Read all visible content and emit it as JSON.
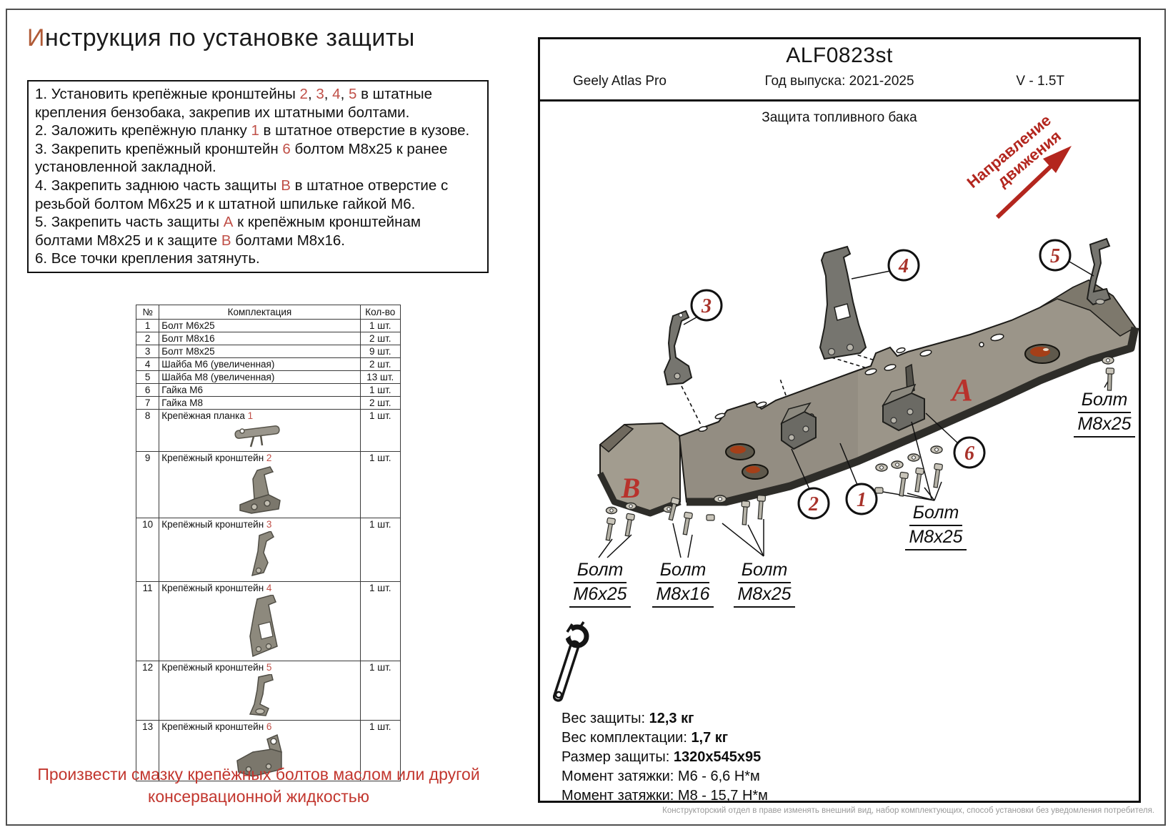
{
  "page": {
    "title": {
      "first_letter": "И",
      "rest": "нструкция по установке защиты"
    },
    "instructions": {
      "steps": [
        {
          "segments": [
            {
              "text": "1. Установить крепёжные кронштейны "
            },
            {
              "text": "2",
              "red": true
            },
            {
              "text": ", "
            },
            {
              "text": "3",
              "red": true
            },
            {
              "text": ", "
            },
            {
              "text": "4",
              "red": true
            },
            {
              "text": ", "
            },
            {
              "text": "5",
              "red": true
            },
            {
              "text": " в штатные крепления бензобака, закрепив их штатными болтами."
            }
          ]
        },
        {
          "segments": [
            {
              "text": "2. Заложить крепёжную планку "
            },
            {
              "text": "1",
              "red": true
            },
            {
              "text": " в штатное отверстие в кузове."
            }
          ]
        },
        {
          "segments": [
            {
              "text": "3. Закрепить крепёжный кронштейн "
            },
            {
              "text": "6",
              "red": true
            },
            {
              "text": " болтом М8х25 к ранее установленной закладной."
            }
          ]
        },
        {
          "segments": [
            {
              "text": "4. Закрепить заднюю часть защиты "
            },
            {
              "text": "В",
              "red": true
            },
            {
              "text": " в штатное отверстие с резьбой болтом М6х25 и к штатной шпильке гайкой М6."
            }
          ]
        },
        {
          "segments": [
            {
              "text": "5. Закрепить часть защиты "
            },
            {
              "text": "А",
              "red": true
            },
            {
              "text": " к крепёжным кронштейнам болтами М8х25 и к защите "
            },
            {
              "text": "В",
              "red": true
            },
            {
              "text": " болтами М8х16."
            }
          ]
        },
        {
          "segments": [
            {
              "text": "6. Все точки крепления затянуть."
            }
          ]
        }
      ]
    },
    "parts_table": {
      "headers": [
        "№",
        "Комплектация",
        "Кол-во"
      ],
      "rows": [
        {
          "num": "1",
          "name": "Болт М6х25",
          "qty": "1 шт."
        },
        {
          "num": "2",
          "name": "Болт М8х16",
          "qty": "2 шт."
        },
        {
          "num": "3",
          "name": "Болт М8х25",
          "qty": "9 шт."
        },
        {
          "num": "4",
          "name": "Шайба М6 (увеличенная)",
          "qty": "2 шт."
        },
        {
          "num": "5",
          "name": "Шайба М8 (увеличенная)",
          "qty": "13 шт."
        },
        {
          "num": "6",
          "name": "Гайка М6",
          "qty": "1 шт."
        },
        {
          "num": "7",
          "name": "Гайка М8",
          "qty": "2 шт."
        },
        {
          "num": "8",
          "name": "Крепёжная планка ",
          "part_ref": "1",
          "qty": "1 шт.",
          "icon": "plank-part-icon"
        },
        {
          "num": "9",
          "name": "Крепёжный кронштейн ",
          "part_ref": "2",
          "qty": "1 шт.",
          "icon": "bracket2-part-icon"
        },
        {
          "num": "10",
          "name": "Крепёжный кронштейн ",
          "part_ref": "3",
          "qty": "1 шт.",
          "icon": "bracket3-part-icon"
        },
        {
          "num": "11",
          "name": "Крепёжный кронштейн ",
          "part_ref": "4",
          "qty": "1 шт.",
          "icon": "bracket4-part-icon"
        },
        {
          "num": "12",
          "name": "Крепёжный кронштейн ",
          "part_ref": "5",
          "qty": "1 шт.",
          "icon": "bracket5-part-icon"
        },
        {
          "num": "13",
          "name": "Крепёжный кронштейн ",
          "part_ref": "6",
          "qty": "1 шт.",
          "icon": "bracket6-part-icon"
        }
      ]
    },
    "lubrication_note": {
      "line1": "Произвести смазку крепёжных болтов маслом или другой",
      "line2": "консервационной жидкостью"
    }
  },
  "panel": {
    "part_code": "ALF0823st",
    "car_model": "Geely Atlas Pro",
    "year_label": "Год выпуска: 2021-2025",
    "engine": "V - 1.5T",
    "drawing_title": "Защита топливного бака",
    "direction_arrow": {
      "line1": "Направление",
      "line2": "движения"
    },
    "callouts": [
      "1",
      "2",
      "3",
      "4",
      "5",
      "6"
    ],
    "plate_letters": {
      "a": "А",
      "b": "В"
    },
    "bolt_labels": [
      {
        "line1": "Болт",
        "line2": "М6х25"
      },
      {
        "line1": "Болт",
        "line2": "М8х16"
      },
      {
        "line1": "Болт",
        "line2": "М8х25"
      },
      {
        "line1": "Болт",
        "line2": "М8х25"
      },
      {
        "line1": "Болт",
        "line2": "М8х25"
      }
    ],
    "specs": [
      {
        "label": "Вес защиты:",
        "value": "12,3 кг",
        "bold": true
      },
      {
        "label": "Вес комплектации:",
        "value": "1,7 кг",
        "bold": true
      },
      {
        "label": "Размер защиты:",
        "value": "1320х545х95",
        "bold": true
      },
      {
        "label": "Момент затяжки:",
        "value": "М6 - 6,6 Н*м",
        "bold": false
      },
      {
        "label": "Момент затяжки:",
        "value": "М8 - 15,7 Н*м",
        "bold": false
      }
    ],
    "footnote": "Конструкторский отдел в праве изменять внешний вид, набор комплектующих, способ установки без уведомления потребителя."
  },
  "colors": {
    "accent_red": "#b3261e",
    "token_red": "#c05048",
    "callout_red": "#a8322a",
    "note_red": "#c2362e",
    "title_cap": "#b05a36",
    "plate_gray": "#9b9589",
    "footnote_gray": "#9a9a9a"
  }
}
